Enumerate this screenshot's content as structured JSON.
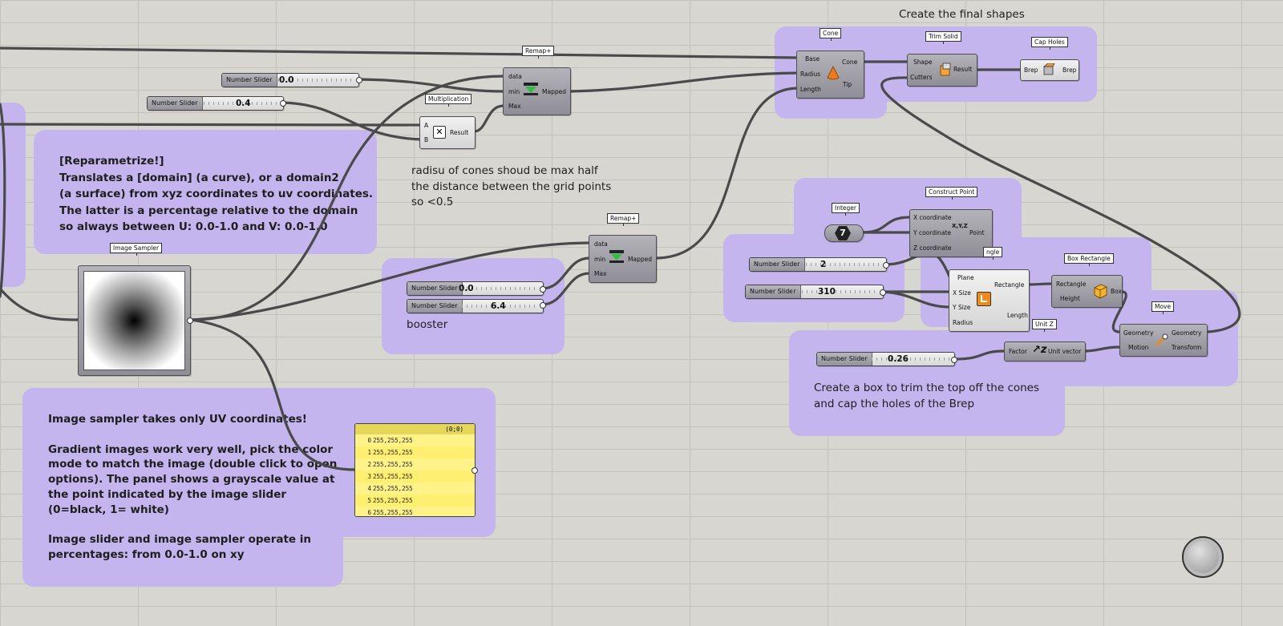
{
  "groups": {
    "final_shapes_title": "Create the final shapes",
    "reparam_note": "[Reparametrize!]\nTranslates a [domain] (a curve), or a domain2\n(a surface) from xyz coordinates to uv coordinates.\nThe latter is a percentage relative to the domain\nso always between U: 0.0-1.0 and V: 0.0-1.0",
    "radius_note": "radisu of cones shoud be max half\nthe distance between the grid points\nso <0.5",
    "booster_note": "booster",
    "box_note": "Create a box to trim the top off the cones\nand cap the holes of the Brep",
    "sampler_note": "Image sampler takes only UV coordinates!\n\nGradient images work very well, pick the color\nmode to match the image (double click to open\noptions). The panel shows a grayscale value at\nthe point indicated by the image slider\n(0=black, 1= white)\n\nImage slider and image sampler operate in\npercentages: from 0.0-1.0 on xy"
  },
  "sliders": {
    "label": "Number Slider",
    "s1": "0.0",
    "s2": "0.4",
    "s3": "0.0",
    "s4": "6.4",
    "s5": "2",
    "s6": "310",
    "s7": "0.26"
  },
  "components": {
    "remap1": {
      "tag": "Remap+",
      "in": [
        "data",
        "min",
        "Max"
      ],
      "out": "Mapped"
    },
    "remap2": {
      "tag": "Remap+",
      "in": [
        "data",
        "min",
        "Max"
      ],
      "out": "Mapped"
    },
    "mult": {
      "tag": "Multiplication",
      "in": [
        "A",
        "B"
      ],
      "out": "Result"
    },
    "cone": {
      "tag": "Cone",
      "in": [
        "Base",
        "Radius",
        "Length"
      ],
      "out": [
        "Cone",
        "Tip"
      ]
    },
    "trim": {
      "tag": "Trim Solid",
      "in": [
        "Shape",
        "Cutters"
      ],
      "out": "Result"
    },
    "cap": {
      "tag": "Cap Holes",
      "in": "Brep",
      "out": "Brep"
    },
    "integer": {
      "tag": "Integer",
      "value": "7"
    },
    "cpoint": {
      "tag": "Construct Point",
      "in": [
        "X coordinate",
        "Y coordinate",
        "Z coordinate"
      ],
      "out": "Point",
      "glyph": "X,Y,Z"
    },
    "rect": {
      "tag": "ngle",
      "in": [
        "Plane",
        "X Size",
        "Y Size",
        "Radius"
      ],
      "out": [
        "Rectangle",
        "Length"
      ]
    },
    "boxrect": {
      "tag": "Box Rectangle",
      "in": [
        "Rectangle",
        "Height"
      ],
      "out": "Box"
    },
    "unitz": {
      "tag": "Unit Z",
      "in": "Factor",
      "out": "Unit vector"
    },
    "move": {
      "tag": "Move",
      "in": [
        "Geometry",
        "Motion"
      ],
      "out": [
        "Geometry",
        "Transform"
      ]
    },
    "sampler": {
      "tag": "Image Sampler"
    }
  },
  "panel": {
    "header": "(0;0)",
    "rows": [
      {
        "i": "0",
        "v": "255,255,255"
      },
      {
        "i": "1",
        "v": "255,255,255"
      },
      {
        "i": "2",
        "v": "255,255,255"
      },
      {
        "i": "3",
        "v": "255,255,255"
      },
      {
        "i": "4",
        "v": "255,255,255"
      },
      {
        "i": "5",
        "v": "255,255,255"
      },
      {
        "i": "6",
        "v": "255,255,255"
      }
    ]
  },
  "colors": {
    "canvas": "#d8d6d0",
    "group": "#c5b5ee",
    "wire": "#4a4a4a",
    "panel": "#ffef70"
  }
}
